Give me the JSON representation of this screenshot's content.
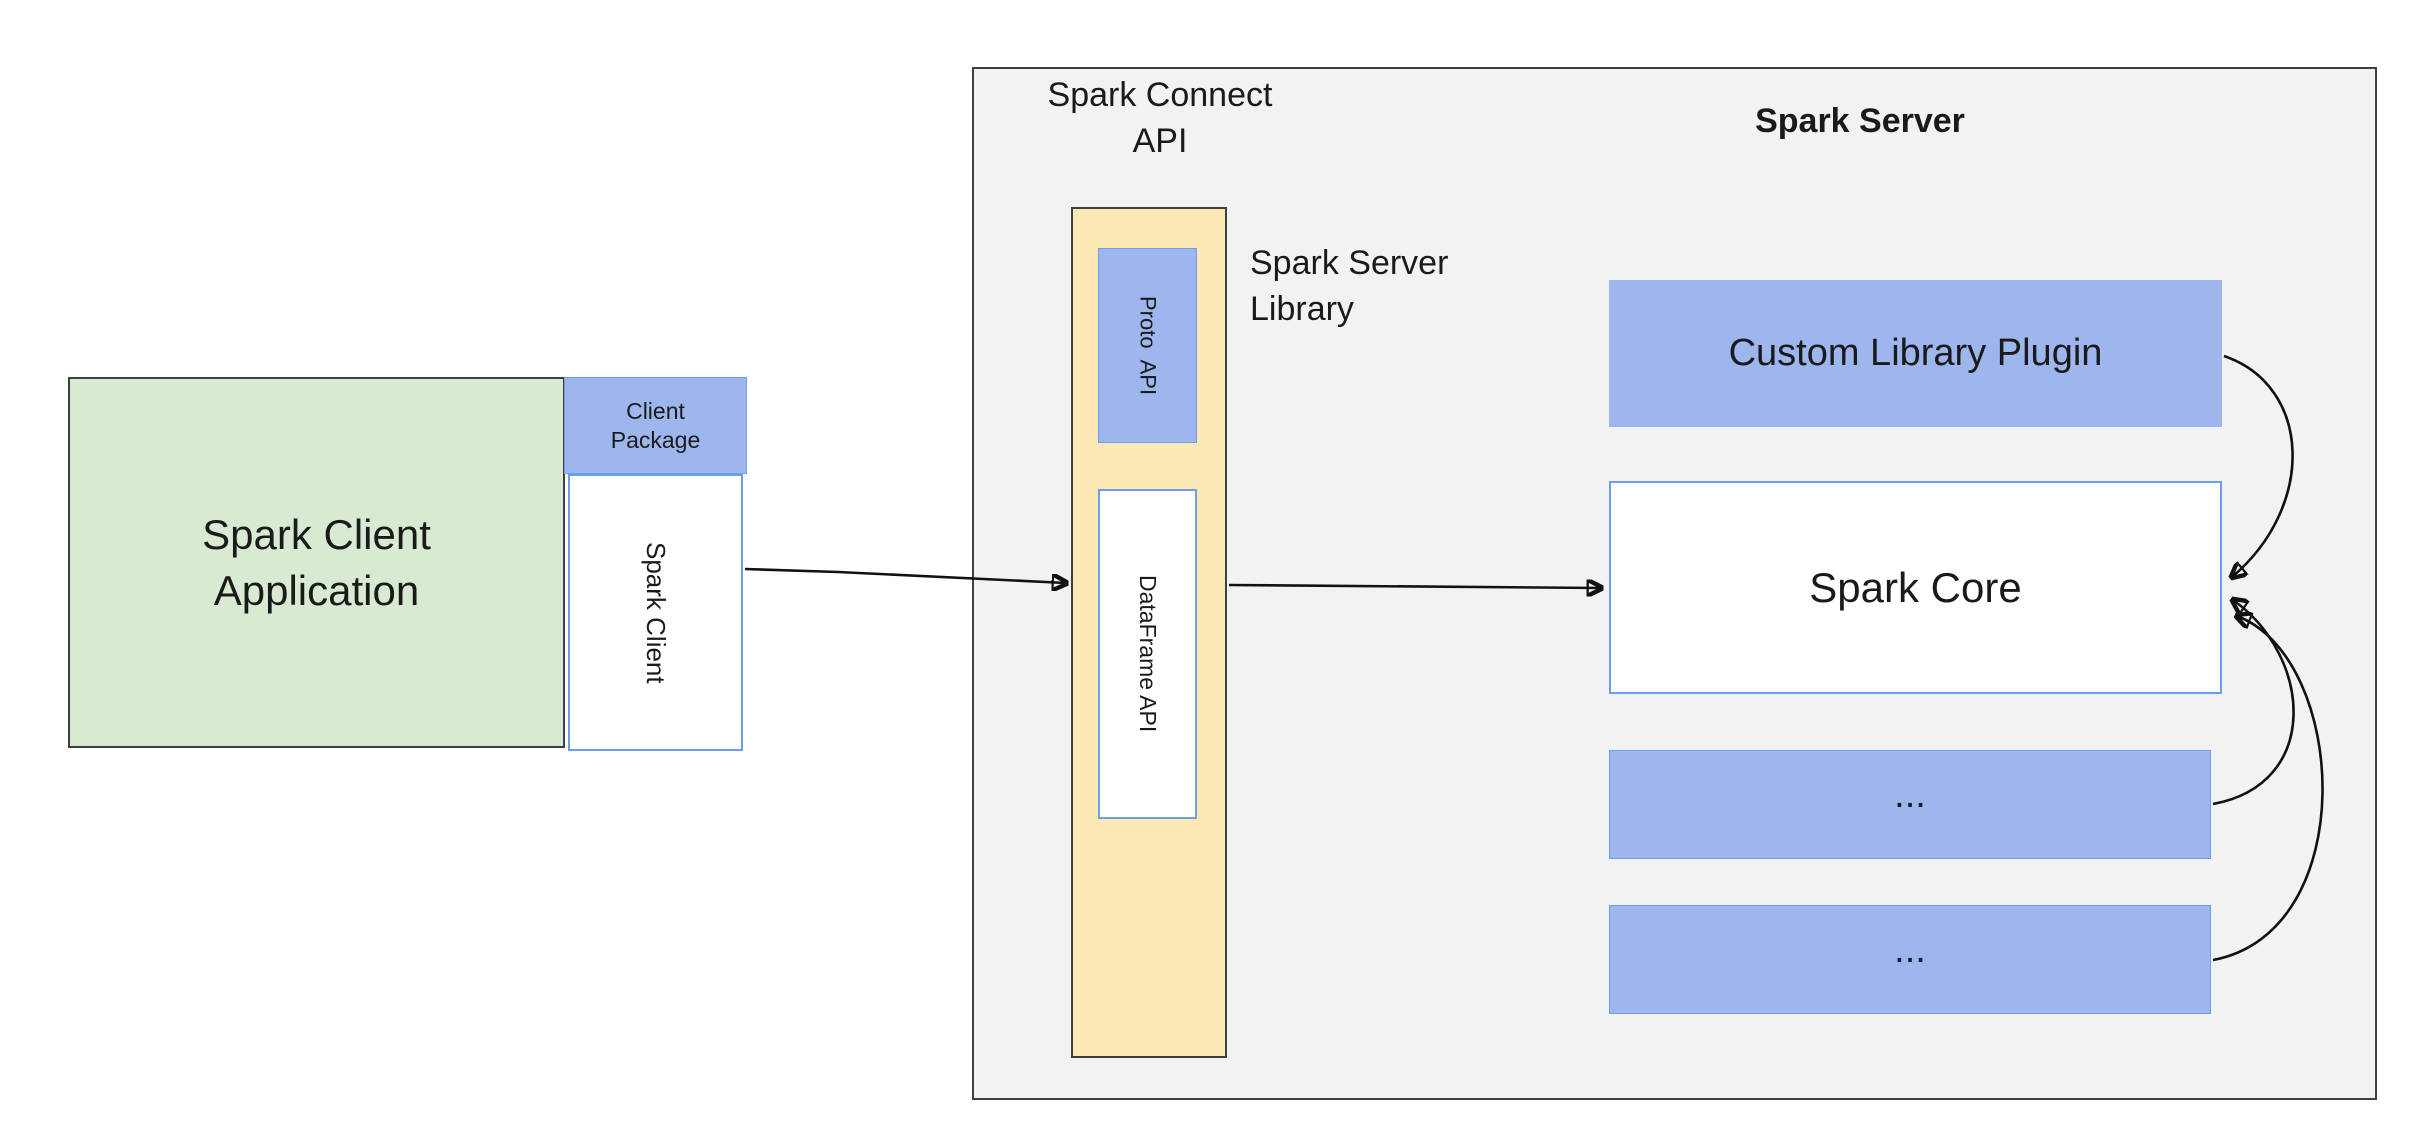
{
  "colors": {
    "green_fill": "#d9ead3",
    "blue_fill": "#9db7ee",
    "blue_border": "#6d9eeb",
    "yellow_fill": "#fce9b6",
    "gray_fill": "#f2f2f2",
    "box_border_dark": "#3f3f3f",
    "text": "#1a1a1a"
  },
  "client": {
    "app": {
      "line1": "Spark Client",
      "line2": "Application"
    },
    "package": {
      "line1": "Client",
      "line2": "Package"
    },
    "spark_client": "Spark Client"
  },
  "server": {
    "connect_api": {
      "line1": "Spark Connect",
      "line2": "API"
    },
    "title": "Spark Server",
    "proto_api": "Proto  API",
    "dataframe_api": "DataFrame API",
    "library": {
      "line1": "Spark Server",
      "line2": "Library"
    },
    "plugin": "Custom Library Plugin",
    "core": "Spark Core",
    "ellipsis_1": "...",
    "ellipsis_2": "..."
  }
}
